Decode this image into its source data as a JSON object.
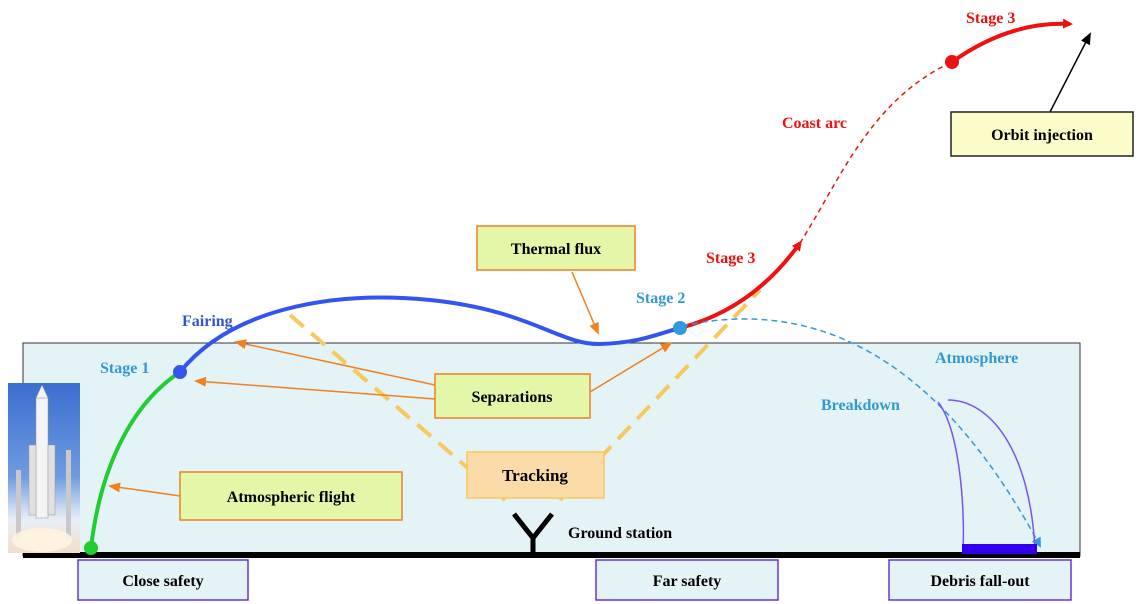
{
  "diagram": {
    "trajectory_labels": {
      "stage1": "Stage 1",
      "fairing": "Fairing",
      "stage2": "Stage 2",
      "stage3_low": "Stage 3",
      "coast_arc": "Coast arc",
      "stage3_high": "Stage 3",
      "atmosphere": "Atmosphere",
      "breakdown": "Breakdown",
      "ground_station": "Ground station"
    },
    "boxes": {
      "orbit_injection": "Orbit injection",
      "thermal_flux": "Thermal flux",
      "separations": "Separations",
      "tracking": "Tracking",
      "atmospheric_flight": "Atmospheric flight"
    },
    "bottom_boxes": {
      "close_safety": "Close safety",
      "far_safety": "Far safety",
      "debris_fallout": "Debris fall-out"
    }
  },
  "colors": {
    "stage1": "#22cc33",
    "stage2": "#3355ee",
    "stage3": "#ee1111",
    "dash_blue": "#3399dd",
    "label_blue": "#3399cc",
    "orange": "#f08020",
    "tracking_dash": "#f8c860",
    "atmosphere_fill": "#e4f3f6",
    "green_box": "#e4f7a8",
    "yellow_box": "#fcfcc8",
    "tracking_box": "#fbdca8",
    "purple": "#7755ee"
  }
}
